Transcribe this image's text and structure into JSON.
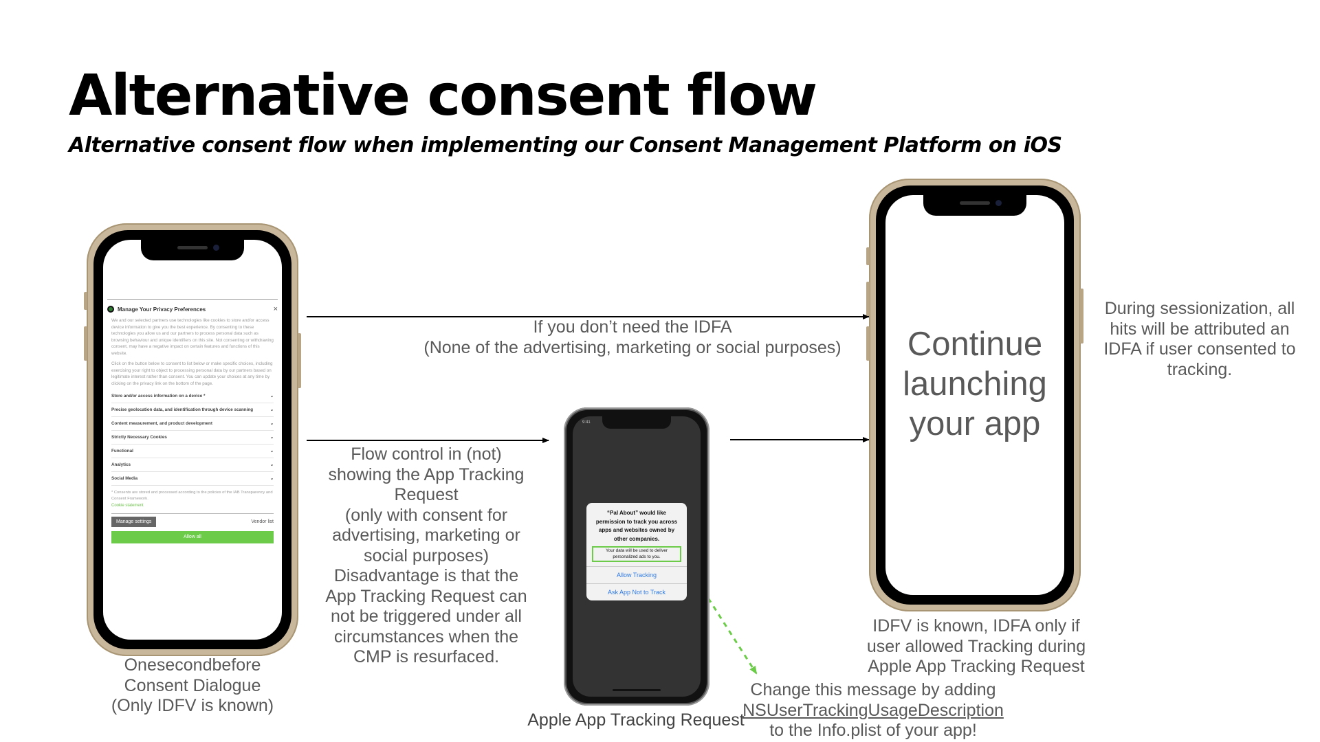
{
  "title": "Alternative consent flow",
  "subtitle": "Alternative consent flow when implementing our Consent Management Platform on iOS",
  "colors": {
    "accent_green": "#6ccc4a",
    "ios_blue": "#2f7ae5",
    "text_gray": "#595959"
  },
  "phone1": {
    "caption": [
      "Onesecondbefore",
      "Consent Dialogue",
      "(Only IDFV is known)"
    ],
    "dialog": {
      "title": "Manage Your Privacy Preferences",
      "close_icon": "×",
      "intro1": "We and our selected partners use technologies like cookies to store and/or access device information to give you the best experience. By consenting to these technologies you allow us and our partners to process personal data such as browsing behaviour and unique identifiers on this site. Not consenting or withdrawing consent, may have a negative impact on certain features and functions of this website.",
      "intro2": "Click on the button below to consent to list below or make specific choices, including exercising your right to object to processing personal data by our partners based on legitimate interest rather than consent. You can update your choices at any time by clicking on the privacy link on the bottom of the page.",
      "rows": [
        "Store and/or access information on a device *",
        "Precise geolocation data, and identification through device scanning",
        "Content measurement, and product development",
        "Strictly Necessary Cookies",
        "Functional",
        "Analytics",
        "Social Media"
      ],
      "row_chevron": "⌄",
      "note": "* Consents are stored and processed according to the policies of the IAB Transparency and Consent Framework.",
      "cookie_link": "Cookie statement",
      "manage_button": "Manage settings",
      "vendor_link": "Vendor list",
      "allow_button": "Allow all"
    }
  },
  "arrow_top_label": [
    "If you don’t need the IDFA",
    "(None of the advertising, marketing or social purposes)"
  ],
  "flow_text": [
    "Flow control in (not)",
    "showing the App Tracking",
    "Request",
    "(only with consent for",
    "advertising, marketing or",
    "social purposes)",
    "Disadvantage is that the",
    "App Tracking Request can",
    "not be triggered under all",
    "circumstances when the",
    "CMP is resurfaced."
  ],
  "phone2": {
    "status_time": "9:41",
    "message": "“Pal About” would like permission to track you across apps and websites owned by other companies.",
    "description": "Your data will be used to deliver personalized ads to you.",
    "allow_button": "Allow Tracking",
    "deny_button": "Ask App Not to Track",
    "caption": "Apple App Tracking Request"
  },
  "change_message": {
    "line1": "Change this message by adding",
    "key": "NSUserTrackingUsageDescription",
    "line3": "to the Info.plist of your app!"
  },
  "phone3": {
    "screen_text": [
      "Continue",
      "launching",
      "your app"
    ],
    "caption": [
      "IDFV is known, IDFA only if",
      "user allowed Tracking during",
      "Apple App Tracking Request"
    ]
  },
  "right_note": [
    "During sessionization, all",
    "hits will be attributed an",
    "IDFA if user consented to",
    "tracking."
  ]
}
